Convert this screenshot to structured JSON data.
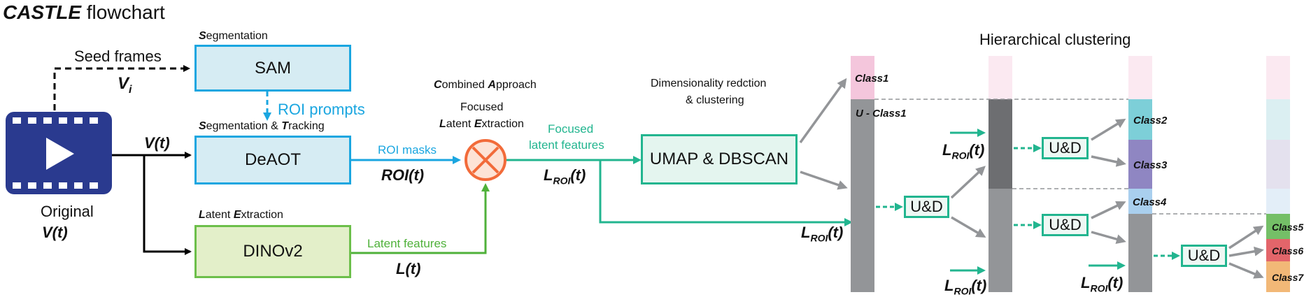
{
  "title": {
    "emph": "CASTLE",
    "rest": " flowchart"
  },
  "video": {
    "label": "Original",
    "var": "V(t)"
  },
  "edges": {
    "seed_frames": "Seed frames",
    "seed_var": "V",
    "seed_sub": "i",
    "v_t": "V(t)",
    "roi_prompts": "ROI prompts",
    "roi_masks": "ROI masks",
    "roi_t": "ROI(t)",
    "latent_features": "Latent features",
    "l_t": "L(t)",
    "focused_latent_features": [
      "Focused",
      "latent features"
    ],
    "lroi": "L",
    "lroi_sub": "ROI",
    "lroi_arg": "(t)"
  },
  "sections": {
    "segmentation": {
      "cap": "S",
      "rest": "egmentation"
    },
    "seg_tracking": {
      "cap1": "S",
      "rest1": "egmentation & ",
      "cap2": "T",
      "rest2": "racking"
    },
    "latent_extraction": {
      "cap1": "L",
      "rest1": "atent ",
      "cap2": "E",
      "rest2": "xtraction"
    },
    "combined": {
      "cap1": "C",
      "rest1": "ombined ",
      "cap2": "A",
      "rest2": "pproach"
    },
    "focused": {
      "line1": "Focused",
      "cap1": "L",
      "rest1": "atent ",
      "cap2": "E",
      "rest2": "xtraction"
    },
    "dimred": [
      "Dimensionality redction",
      "& clustering"
    ],
    "hier": "Hierarchical clustering"
  },
  "boxes": {
    "sam": "SAM",
    "deaot": "DeAOT",
    "dino": "DINOv2",
    "umap": "UMAP & DBSCAN",
    "ud": "U&D"
  },
  "classes": {
    "c1": "Class1",
    "uc1": "U - Class1",
    "c2": "Class2",
    "c3": "Class3",
    "c4": "Class4",
    "c5": "Class5",
    "c6": "Class6",
    "c7": "Class7"
  },
  "colors": {
    "seg_blue": "#1aa6e0",
    "latent_green": "#6cbf4a",
    "combined_teal": "#22b58f",
    "operator_orange": "#f26b3a",
    "video_navy": "#2a3a8f",
    "class1": "#f4c6dc",
    "class2": "#7dcfd8",
    "class3": "#8f86c2",
    "class4": "#a9cfee",
    "class5": "#74bf67",
    "class6": "#e3656a",
    "class7": "#f2b877",
    "unclustered": "#939598"
  }
}
